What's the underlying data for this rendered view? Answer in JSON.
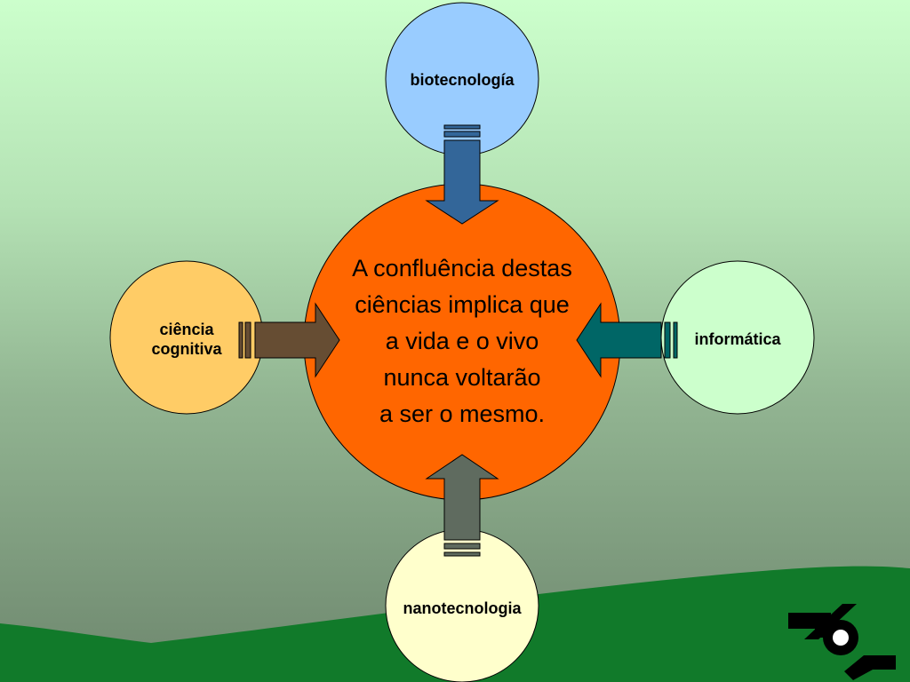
{
  "nodes": {
    "top": "biotecnología",
    "left": "ciência\ncognitiva",
    "right": "informática",
    "bottom": "nanotecnologia"
  },
  "center_text": "A confluência destas\nciências implica que\na vida e o vivo\nnunca voltarão\na ser o mesmo.",
  "colors": {
    "center": "#ff6600",
    "top": "#99ccff",
    "left": "#ffcc66",
    "right": "#ccffcc",
    "bottom": "#ffffcc",
    "arrow_top": "#336699",
    "arrow_left": "#664d33",
    "arrow_right": "#006666",
    "arrow_bottom": "#5f6b5f",
    "ground": "#117a2a"
  },
  "logo": "partner-logo-icon"
}
